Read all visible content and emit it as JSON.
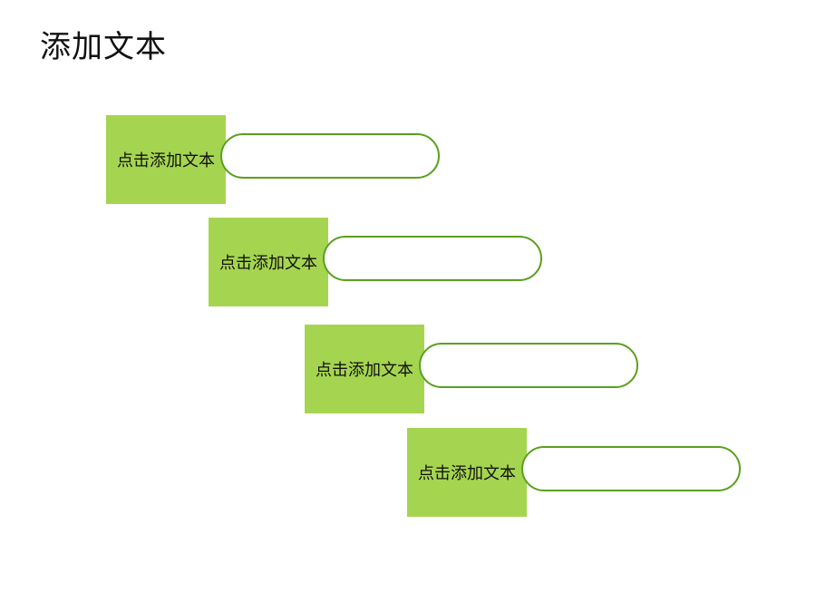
{
  "slide": {
    "title": "添加文本"
  },
  "steps": [
    {
      "label": "点击添加文本"
    },
    {
      "label": "点击添加文本"
    },
    {
      "label": "点击添加文本"
    },
    {
      "label": "点击添加文本"
    }
  ],
  "colors": {
    "box_fill": "#a5d550",
    "pill_border": "#5aa01e",
    "text": "#111111"
  }
}
